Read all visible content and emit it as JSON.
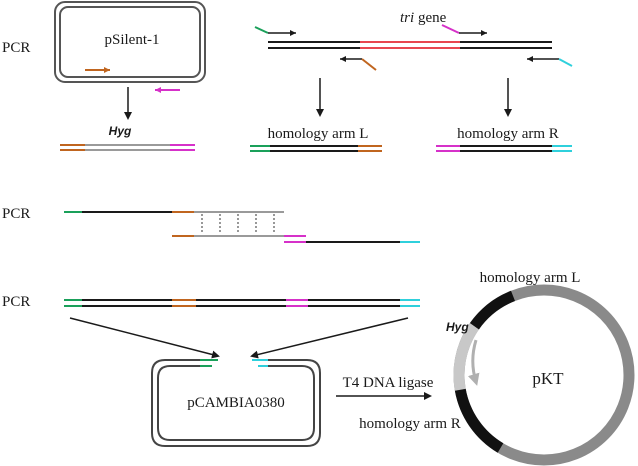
{
  "labels": {
    "pcr_1": "PCR",
    "pcr_2": "PCR",
    "pcr_3": "PCR",
    "psilent_plasmid": "pSilent-1",
    "tri_gene_italic": "tri",
    "tri_gene_suffix": " gene",
    "hyg_fragment": "Hyg",
    "homology_arm_l": "homology arm L",
    "homology_arm_r": "homology arm R",
    "pcambia_plasmid": "pCAMBIA0380",
    "ligase_step": "T4 DNA ligase",
    "pkt_plasmid": "pKT",
    "pkt_arm_l": "homology arm L",
    "pkt_arm_r": "homology arm R",
    "pkt_hyg": "Hyg"
  },
  "colors": {
    "dna": "#1a1a1a",
    "tri_gene": "#e8464f",
    "orange_primer": "#c0651f",
    "magenta_primer": "#d631c9",
    "green_primer": "#1aa05a",
    "cyan_primer": "#2fd0dc",
    "hyg_gray": "#9a9a9a",
    "plasmid_ring": "#8a8a8a"
  }
}
